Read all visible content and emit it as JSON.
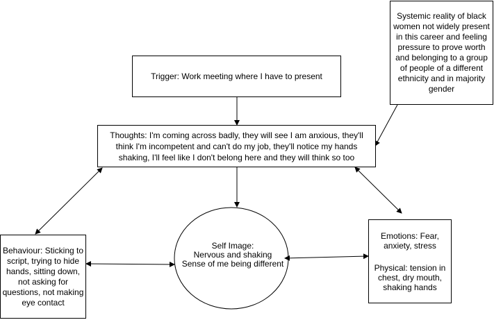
{
  "trigger": "Trigger: Work meeting where I have to present",
  "systemic": "Systemic reality of black women not widely present in this career and feeling pressure to prove worth and belonging to a group of people of a different ethnicity and in majority gender",
  "thoughts": "Thoughts: I'm coming across badly, they will see I am anxious, they'll think I'm incompetent and can't do my job, they'll notice my hands shaking, I'll feel like I don't belong here and they will think so too",
  "behaviour": "Behaviour: Sticking to script, trying to hide hands, sitting down, not asking for questions, not making eye contact",
  "self_image": {
    "line1": "Self Image:",
    "line2": "Nervous and shaking",
    "line3": "Sense of me being different"
  },
  "emotions": "Emotions: Fear, anxiety, stress",
  "physical": "Physical: tension in chest, dry mouth, shaking hands"
}
